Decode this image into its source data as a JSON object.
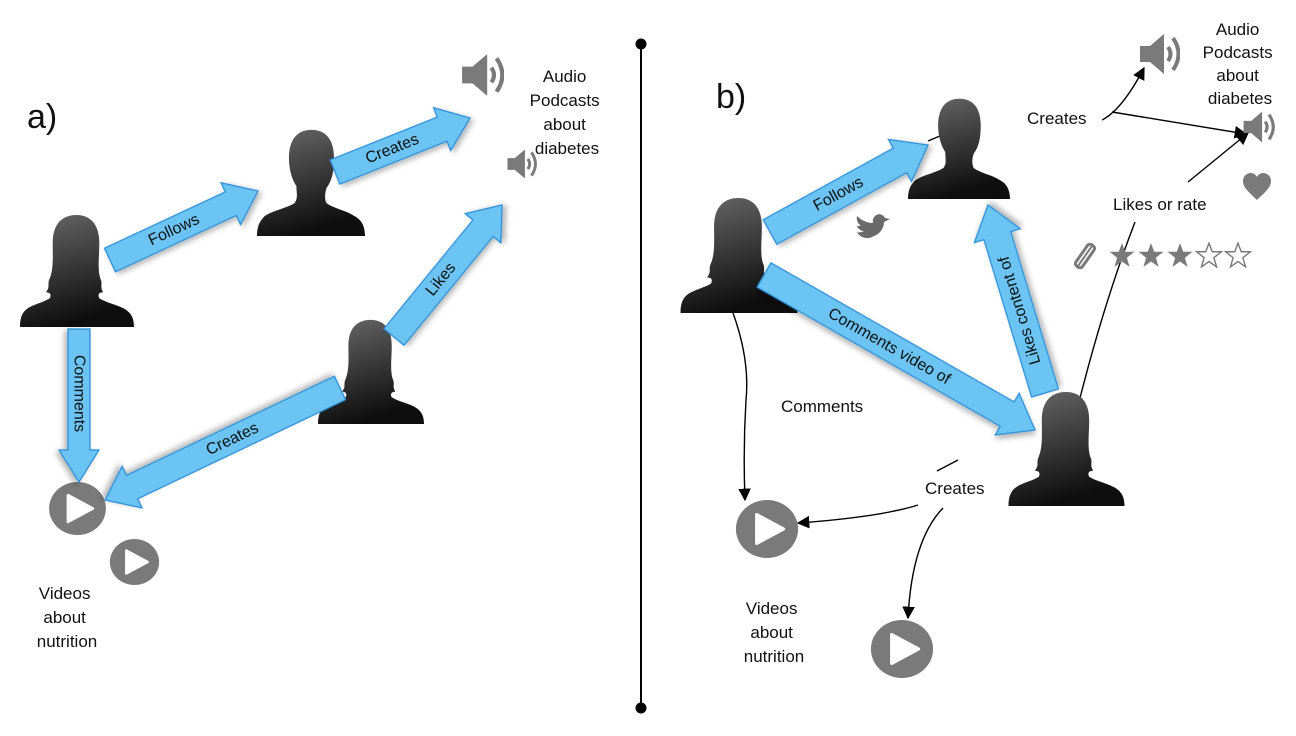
{
  "panels": {
    "a": {
      "label": "a)",
      "arrows": {
        "follows": "Follows",
        "creates_audio": "Creates",
        "likes": "Likes",
        "comments": "Comments",
        "creates_video": "Creates"
      },
      "audio_caption": [
        "Audio",
        "Podcasts",
        "about",
        "diabetes"
      ],
      "video_caption": [
        "Videos",
        "about",
        "nutrition"
      ]
    },
    "b": {
      "label": "b)",
      "arrows": {
        "follows": "Follows",
        "comments_video_of": "Comments video of",
        "likes_content_of": "Likes content of"
      },
      "edges": {
        "creates_audio": "Creates",
        "likes_or_rate": "Likes or rate",
        "comments": "Comments",
        "creates_video": "Creates"
      },
      "audio_caption": [
        "Audio",
        "Podcasts",
        "about",
        "diabetes"
      ],
      "video_caption": [
        "Videos",
        "about",
        "nutrition"
      ],
      "rating": {
        "filled_stars": 3,
        "total_stars": 5
      }
    }
  },
  "icons": {
    "person": "person-silhouette-icon",
    "audio": "speaker-icon",
    "video": "play-circle-icon",
    "twitter": "bird-icon",
    "heart": "heart-icon",
    "star": "star-icon",
    "pencil": "pencil-icon"
  },
  "colors": {
    "arrow_fill": "#6cc4f5",
    "arrow_stroke": "#2a8fd6",
    "icon_gray": "#7a7a7a",
    "silhouette_dark": "#111111",
    "silhouette_light": "#6a6a6a"
  }
}
